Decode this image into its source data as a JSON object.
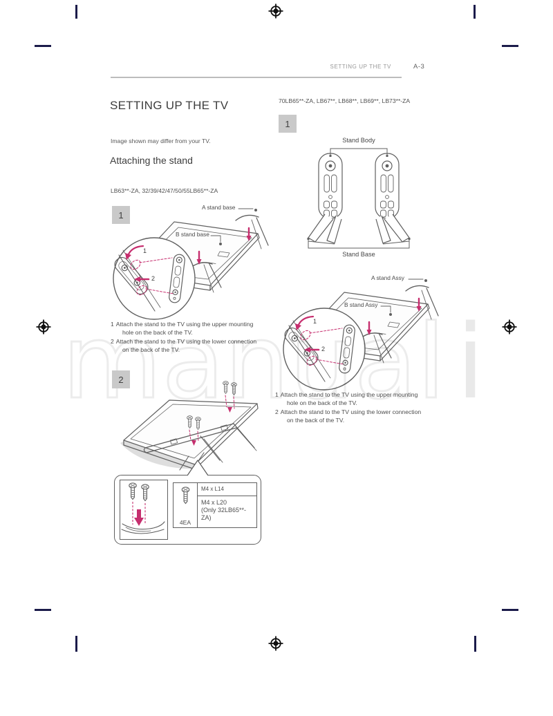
{
  "header": {
    "running_title": "SETTING UP THE TV",
    "page_number": "A-3"
  },
  "left_column": {
    "title": "SETTING UP THE TV",
    "note": "Image shown may differ from your TV.",
    "heading": "Attaching the stand",
    "models": "LB63**-ZA, 32/39/42/47/50/55LB65**-ZA",
    "step1": "1",
    "step2": "2",
    "diagram1": {
      "label_a": "A stand base",
      "label_b": "B stand base",
      "num1": "1",
      "num2": "2"
    },
    "instructions": [
      {
        "num": "1",
        "text": "Attach the stand to the TV using the upper mounting hole on the back of the TV."
      },
      {
        "num": "2",
        "text": "Attach the stand to the TV using the lower connection on the back of the TV."
      }
    ],
    "screw_callout": {
      "qty": "4EA",
      "spec1": "M4 x L14",
      "spec2_line1": "M4 x L20",
      "spec2_line2": "(Only 32LB65**-ZA)"
    }
  },
  "right_column": {
    "models": "70LB65**-ZA, LB67**, LB68**, LB69**, LB73**-ZA",
    "step1": "1",
    "stand_diagram": {
      "label_top": "Stand Body",
      "label_bottom": "Stand Base"
    },
    "diagram2": {
      "label_a": "A stand Assy",
      "label_b": "B stand Assy",
      "num1": "1",
      "num2": "2"
    },
    "instructions": [
      {
        "num": "1",
        "text": "Attach the stand to the TV using the upper mounting hole on the back of the TV."
      },
      {
        "num": "2",
        "text": "Attach the stand to the TV using the lower connection on the back of the TV."
      }
    ]
  },
  "watermark": {
    "outline_text": "manual",
    "filled_text": "i"
  },
  "colors": {
    "accent_pink": "#c62e6e",
    "line_gray": "#5f5f5f",
    "step_box_bg": "#c9c9c9",
    "crop_mark_navy": "#1b1b4a",
    "watermark_gray": "#ececec"
  }
}
